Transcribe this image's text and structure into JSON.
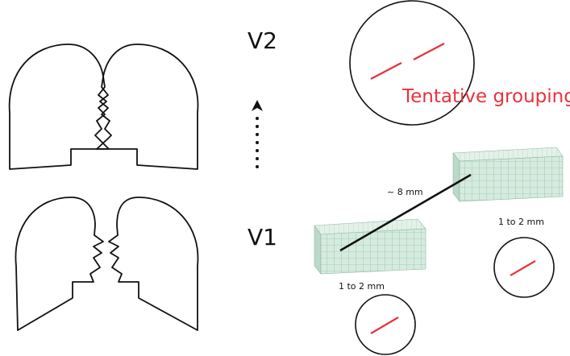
{
  "labels": {
    "v2": "V2",
    "v1": "V1",
    "tentative_grouping": "Tentative grouping",
    "distance": "~ 8 mm",
    "size_left": "1 to 2 mm",
    "size_right": "1 to 2 mm"
  },
  "colors": {
    "segment": "#e8323c",
    "outline": "#111111",
    "column_fill": "#cfe6d8",
    "column_grid": "#7fae98"
  },
  "icons": {
    "faces_top": "face-vase-silhouette",
    "faces_bottom": "face-vase-silhouette",
    "arrow": "dotted-up-arrow"
  }
}
